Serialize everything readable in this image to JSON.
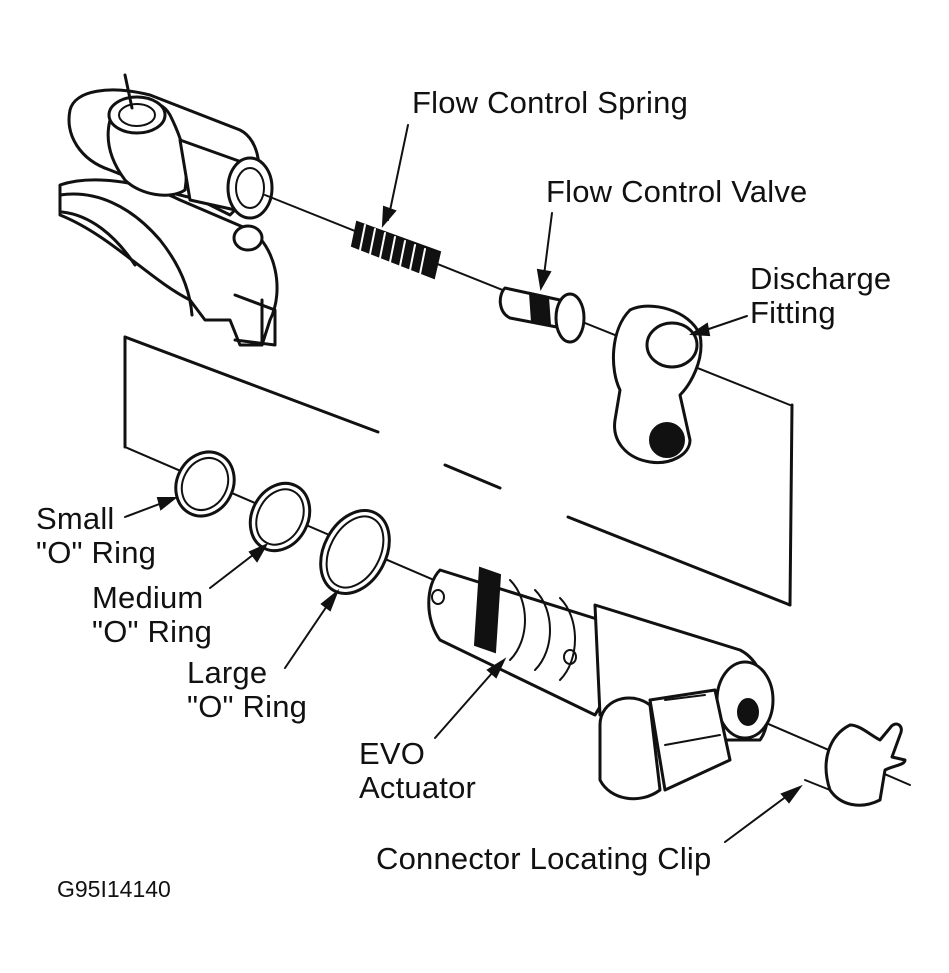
{
  "labels": {
    "flow_control_spring": "Flow Control Spring",
    "flow_control_valve": "Flow Control Valve",
    "discharge_fitting_line1": "Discharge",
    "discharge_fitting_line2": "Fitting",
    "small_o_ring_line1": "Small",
    "small_o_ring_line2": "\"O\" Ring",
    "medium_o_ring_line1": "Medium",
    "medium_o_ring_line2": "\"O\" Ring",
    "large_o_ring_line1": "Large",
    "large_o_ring_line2": "\"O\" Ring",
    "evo_actuator_line1": "EVO",
    "evo_actuator_line2": "Actuator",
    "connector_locating_clip": "Connector Locating Clip"
  },
  "figure_code": "G95I14140"
}
